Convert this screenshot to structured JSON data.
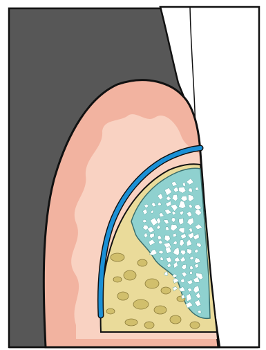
{
  "colors": {
    "background": "#ffffff",
    "outline": "#111111",
    "dark_region": "#575757",
    "gingiva_outer": "#f2b3a0",
    "gingiva_inner": "#f9d2c2",
    "bone_base": "#eadb9a",
    "bone_cancellous": "#d1bf6c",
    "graft": "#8fd1cf",
    "graft_particles": "#ffffff",
    "membrane": "#1b90d6",
    "tooth": "#ffffff"
  },
  "icons": [
    "gingiva",
    "bone-graft-particles",
    "barrier-membrane",
    "tooth-root"
  ]
}
